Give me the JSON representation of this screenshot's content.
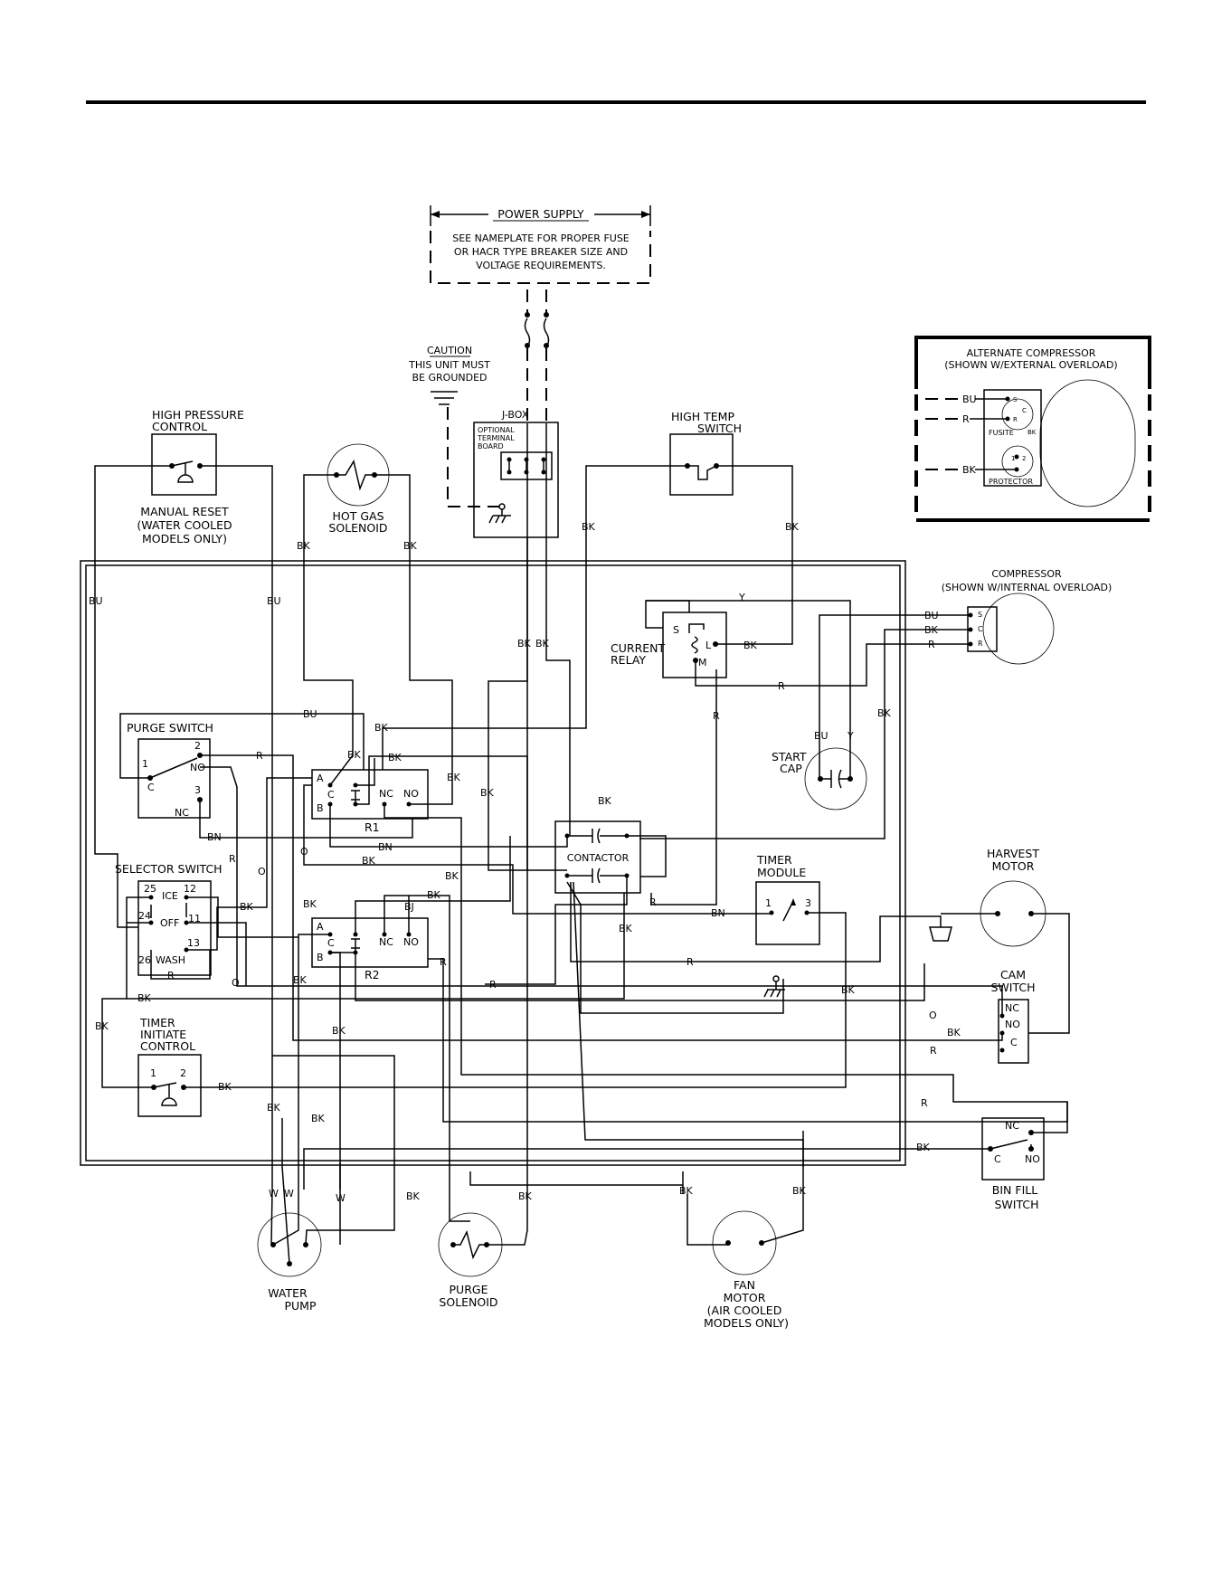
{
  "power_supply": {
    "title": "POWER SUPPLY",
    "note_line1": "SEE NAMEPLATE FOR PROPER FUSE",
    "note_line2": "OR HACR TYPE BREAKER SIZE AND",
    "note_line3": "VOLTAGE REQUIREMENTS."
  },
  "caution": {
    "title": "CAUTION",
    "line1": "THIS UNIT MUST",
    "line2": "BE GROUNDED"
  },
  "jbox": {
    "title": "J-BOX",
    "line1": "OPTIONAL",
    "line2": "TERMINAL",
    "line3": "BOARD"
  },
  "high_pressure": {
    "line1": "HIGH PRESSURE",
    "line2": "CONTROL",
    "note1": "MANUAL RESET",
    "note2": "(WATER COOLED",
    "note3": "MODELS ONLY)"
  },
  "hot_gas": {
    "line1": "HOT GAS",
    "line2": "SOLENOID"
  },
  "high_temp": {
    "line1": "HIGH TEMP",
    "line2": "SWITCH"
  },
  "alt_compressor": {
    "line1": "ALTERNATE COMPRESSOR",
    "line2": "(SHOWN W/EXTERNAL OVERLOAD)",
    "fusite": "FUSITE",
    "protector": "PROTECTOR",
    "term_s": "S",
    "term_c": "C",
    "term_r": "R",
    "term_bk": "BK",
    "term_1": "1",
    "term_2": "2"
  },
  "compressor": {
    "line1": "COMPRESSOR",
    "line2": "(SHOWN W/INTERNAL OVERLOAD)",
    "term_s": "S",
    "term_c": "C",
    "term_r": "R"
  },
  "current_relay": {
    "line1": "CURRENT",
    "line2": "RELAY",
    "term_s": "S",
    "term_l": "L",
    "term_m": "M"
  },
  "start_cap": {
    "line1": "START",
    "line2": "CAP"
  },
  "purge_switch": {
    "title": "PURGE SWITCH",
    "t1": "1",
    "t2": "2",
    "t3": "3",
    "c": "C",
    "no": "NO",
    "nc": "NC"
  },
  "relay_r1": {
    "name": "R1",
    "a": "A",
    "b": "B",
    "c": "C",
    "nc": "NC",
    "no": "NO"
  },
  "relay_r2": {
    "name": "R2",
    "a": "A",
    "b": "B",
    "c": "C",
    "nc": "NC",
    "no": "NO"
  },
  "contactor": {
    "title": "CONTACTOR"
  },
  "selector_switch": {
    "title": "SELECTOR SWITCH",
    "t25": "25",
    "t12": "12",
    "t24": "24",
    "t11": "11",
    "t13": "13",
    "t26": "26",
    "ice": "ICE",
    "off": "OFF",
    "wash": "WASH"
  },
  "timer_module": {
    "line1": "TIMER",
    "line2": "MODULE",
    "t1": "1",
    "t3": "3"
  },
  "harvest_motor": {
    "line1": "HARVEST",
    "line2": "MOTOR"
  },
  "cam_switch": {
    "line1": "CAM",
    "line2": "SWITCH",
    "nc": "NC",
    "no": "NO",
    "c": "C"
  },
  "timer_initiate": {
    "line1": "TIMER",
    "line2": "INITIATE",
    "line3": "CONTROL",
    "t1": "1",
    "t2": "2"
  },
  "bin_fill": {
    "line1": "BIN FILL",
    "line2": "SWITCH",
    "nc": "NC",
    "c": "C",
    "no": "NO"
  },
  "water_pump": {
    "line1": "WATER",
    "line2": "PUMP"
  },
  "purge_solenoid": {
    "line1": "PURGE",
    "line2": "SOLENOID"
  },
  "fan_motor": {
    "line1": "FAN",
    "line2": "MOTOR",
    "line3": "(AIR COOLED",
    "line4": "MODELS ONLY)"
  },
  "wire_codes": {
    "bu": "BU",
    "bk": "BK",
    "r": "R",
    "bn": "BN",
    "o": "O",
    "y": "Y",
    "w": "W",
    "bj": "BJ"
  }
}
